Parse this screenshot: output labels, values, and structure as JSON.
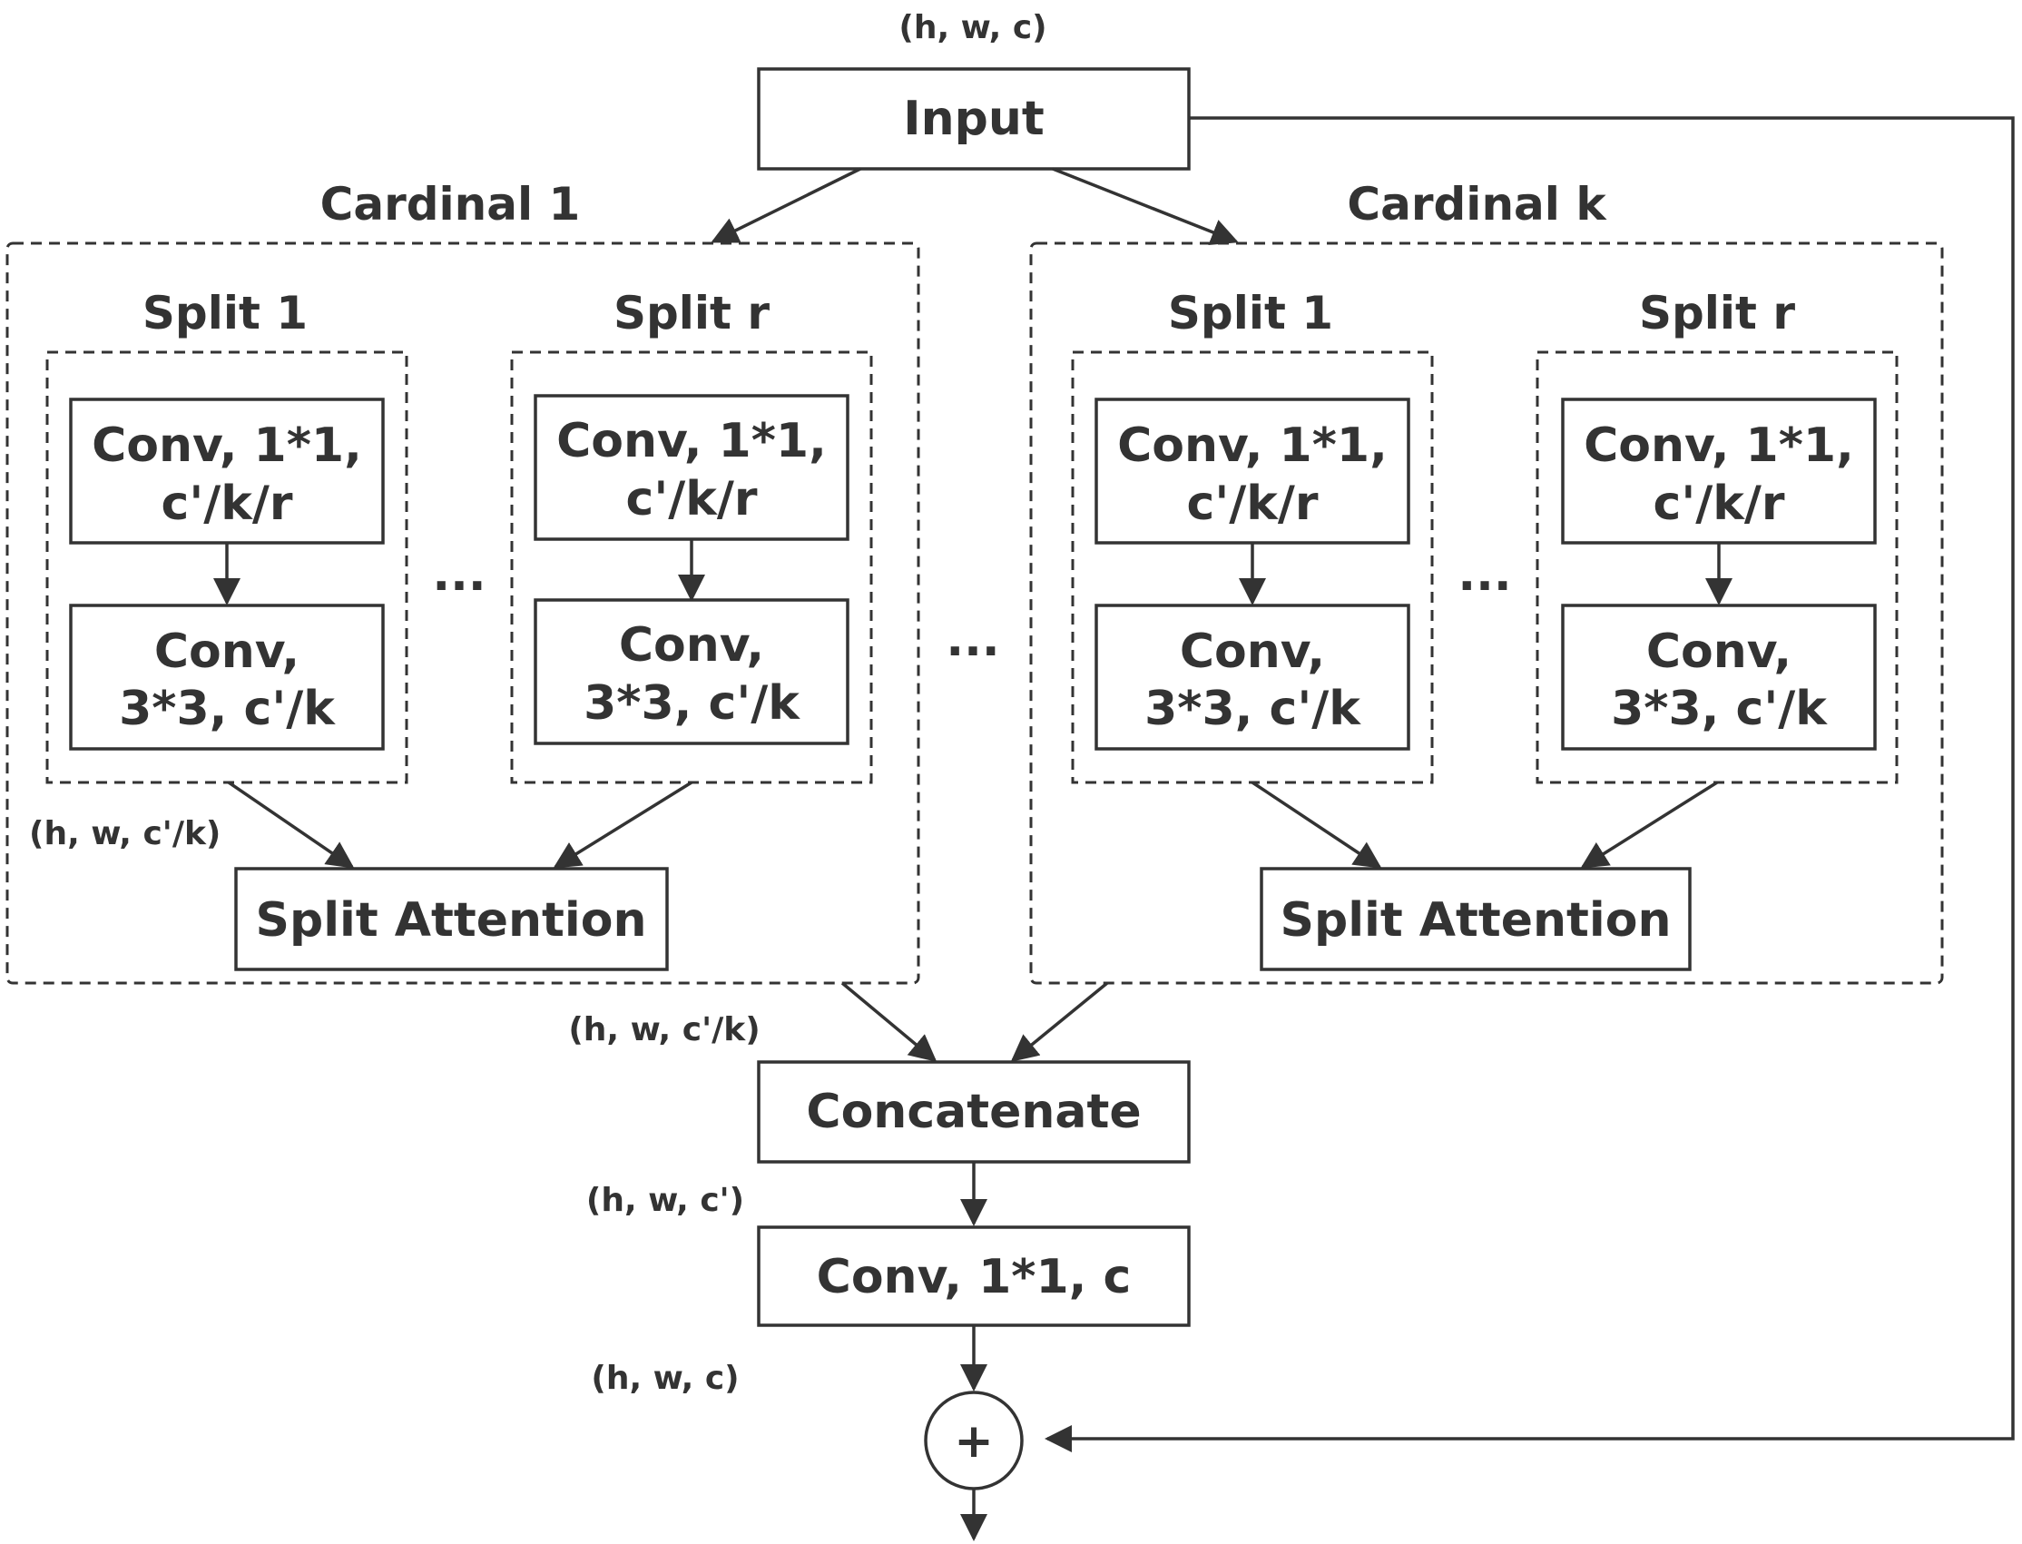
{
  "dims": {
    "input": "(h, w, c)",
    "split_output": "(h, w, c'/k)",
    "cardinal_output": "(h, w, c'/k)",
    "concat_output": "(h, w, c')",
    "conv_output": "(h, w, c)"
  },
  "input_label": "Input",
  "ellipsis": "...",
  "cardinals": [
    {
      "title": "Cardinal 1",
      "splits": [
        {
          "title": "Split 1",
          "conv1_line1": "Conv, 1*1,",
          "conv1_line2": "c'/k/r",
          "conv3_line1": "Conv,",
          "conv3_line2": "3*3, c'/k"
        },
        {
          "title": "Split r",
          "conv1_line1": "Conv, 1*1,",
          "conv1_line2": "c'/k/r",
          "conv3_line1": "Conv,",
          "conv3_line2": "3*3, c'/k"
        }
      ],
      "attention": "Split Attention"
    },
    {
      "title": "Cardinal k",
      "splits": [
        {
          "title": "Split 1",
          "conv1_line1": "Conv, 1*1,",
          "conv1_line2": "c'/k/r",
          "conv3_line1": "Conv,",
          "conv3_line2": "3*3, c'/k"
        },
        {
          "title": "Split r",
          "conv1_line1": "Conv, 1*1,",
          "conv1_line2": "c'/k/r",
          "conv3_line1": "Conv,",
          "conv3_line2": "3*3, c'/k"
        }
      ],
      "attention": "Split Attention"
    }
  ],
  "concat_label": "Concatenate",
  "final_conv_label": "Conv, 1*1, c",
  "sum_symbol": "+"
}
